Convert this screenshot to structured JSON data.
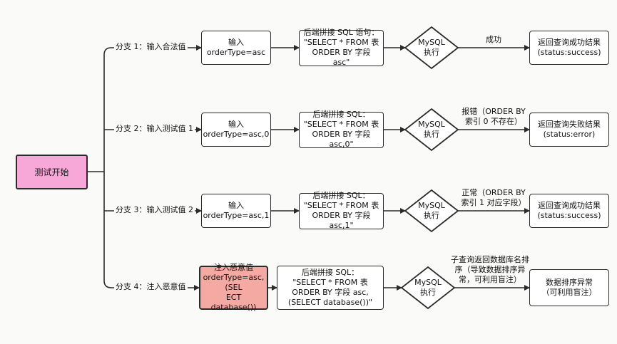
{
  "start": "测试开始",
  "branches": [
    {
      "label": "分支 1：输入合法值",
      "input": "输入\norderType=asc",
      "sql": "后端拼接 SQL 语句：\n\"SELECT * FROM 表\nORDER BY 字段 asc\"",
      "exec": "MySQL\n执行",
      "edge": "成功",
      "result": "返回查询成功结果\n(status:success)"
    },
    {
      "label": "分支 2：输入测试值 1",
      "input": "输入\norderType=asc,0",
      "sql": "后端拼接 SQL：\n\"SELECT * FROM 表\nORDER BY 字段 asc,0\"",
      "exec": "MySQL\n执行",
      "edge": "报错（ORDER BY\n索引 0 不存在）",
      "result": "返回查询失败结果\n(status:error)"
    },
    {
      "label": "分支 3：输入测试值 2",
      "input": "输入\norderType=asc,1",
      "sql": "后端拼接 SQL：\n\"SELECT * FROM 表\nORDER BY 字段 asc,1\"",
      "exec": "MySQL\n执行",
      "edge": "正常（ORDER BY\n索引 1 对应字段）",
      "result": "返回查询成功结果\n(status:success)"
    },
    {
      "label": "分支 4：注入恶意值",
      "input": "注入恶意值\norderType=asc,(SEL\nECT database())",
      "sql": "后端拼接 SQL：\n\"SELECT * FROM 表\nORDER BY 字段 asc,\n(SELECT database())\"",
      "exec": "MySQL\n执行",
      "edge": "子查询返回数据库名排\n序（导致数据排序异\n常，可利用盲注）",
      "result": "数据排序异常\n（可利用盲注）"
    }
  ],
  "colors": {
    "start_fill": "#f7a8d8",
    "inject_fill": "#f4aaa3",
    "stroke": "#2b2b2b"
  }
}
